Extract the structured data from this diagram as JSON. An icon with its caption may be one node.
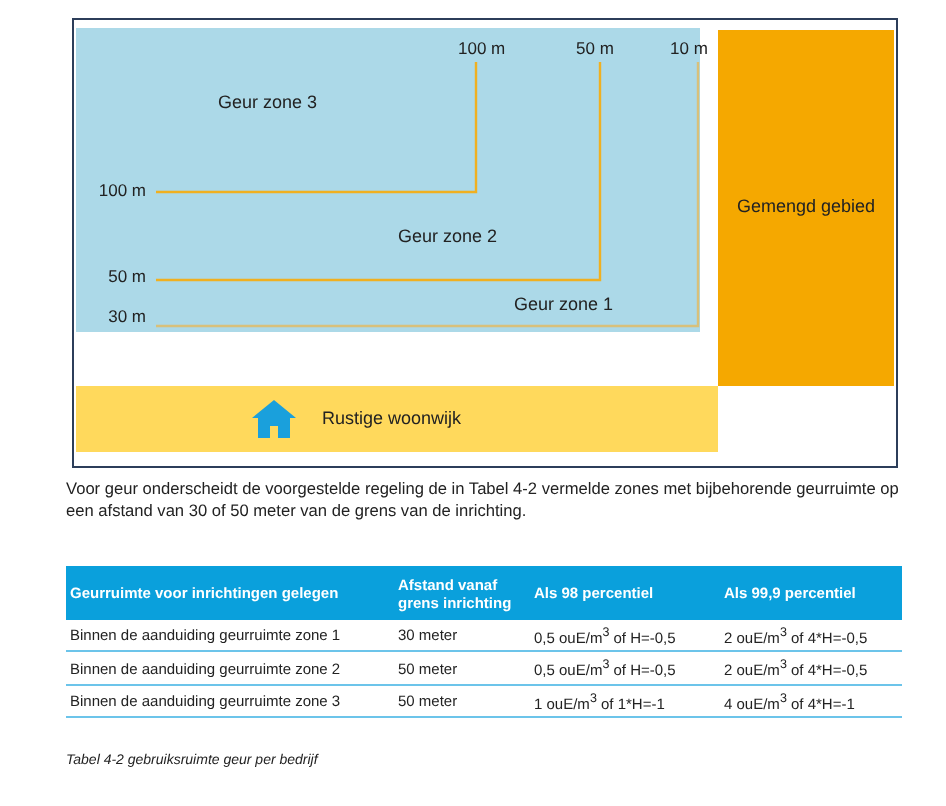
{
  "diagram": {
    "caption": "Tabel 4-2 gebruiksruimte geur per bedrijf",
    "nodes": [
      {
        "text": [
          "Geur zone 3",
          "Geur zone 2",
          "Geur zone 1"
        ]
      },
      {
        "text": [
          "Gemengd gebied"
        ]
      },
      {
        "text": [
          "Rustige woonwijk"
        ]
      }
    ],
    "labels": [
      "100 m",
      "50 m",
      "10 m",
      "100 m",
      "50 m",
      "30 m",
      "Voor geur onderscheidt de voorgestelde regeling de in Tabel 4-2 vermelde zones met bijbehorende geurruimte op een afstand van 30 of 50 meter van de grens van de inrichting.",
      "Geurruimte voor inrichtingen gelegen",
      "Afstand vanaf grens inrichting",
      "Als 98 percentiel",
      "Als 99,9 percentiel",
      "Binnen de aanduiding geurruimte zone 1",
      "30 meter",
      "0,5 ouE/m$^{3}$ of H=-0,5",
      "2 ouE/m$^{3}$ of 4*H=-0,5",
      "Binnen de aanduiding geurruimte zone 2",
      "50 meter",
      "0,5 ouE/m$^{3}$ of H=-0,5",
      "2 ouE/m$^{3}$ of 4*H=-0,5",
      "Binnen de aanduiding geurruimte zone 3",
      "50 meter",
      "1 ouE/m$^{3}$ of 1*H=-1",
      "4 ouE/m$^{3}$ of 4*H=-1"
    ]
  }
}
